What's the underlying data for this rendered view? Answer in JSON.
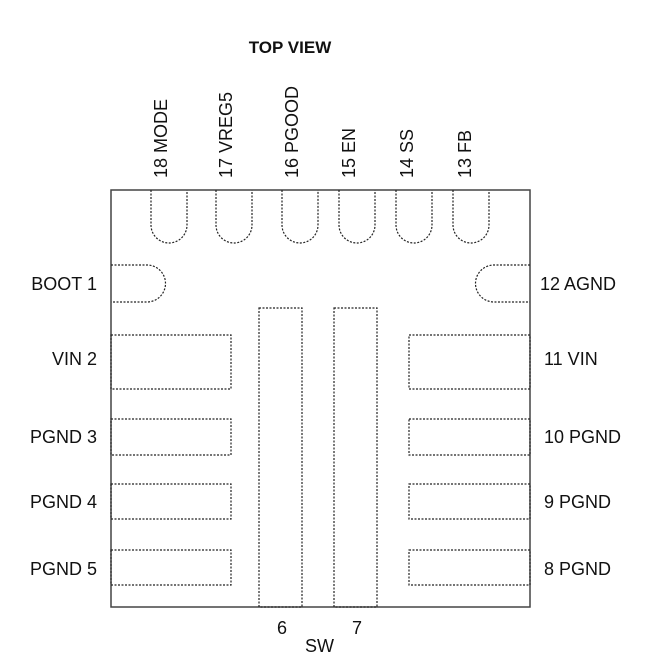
{
  "title": "TOP VIEW",
  "top_pins": [
    "18 MODE",
    "17 VREG5",
    "16 PGOOD",
    "15 EN",
    "14 SS",
    "13 FB"
  ],
  "left_pins": [
    "BOOT 1",
    "VIN 2",
    "PGND 3",
    "PGND 4",
    "PGND 5"
  ],
  "right_pins": [
    "12 AGND",
    "11 VIN",
    "10 PGND",
    "9 PGND",
    "8 PGND"
  ],
  "bottom_pins": [
    "6",
    "7"
  ],
  "bottom_label": "SW"
}
